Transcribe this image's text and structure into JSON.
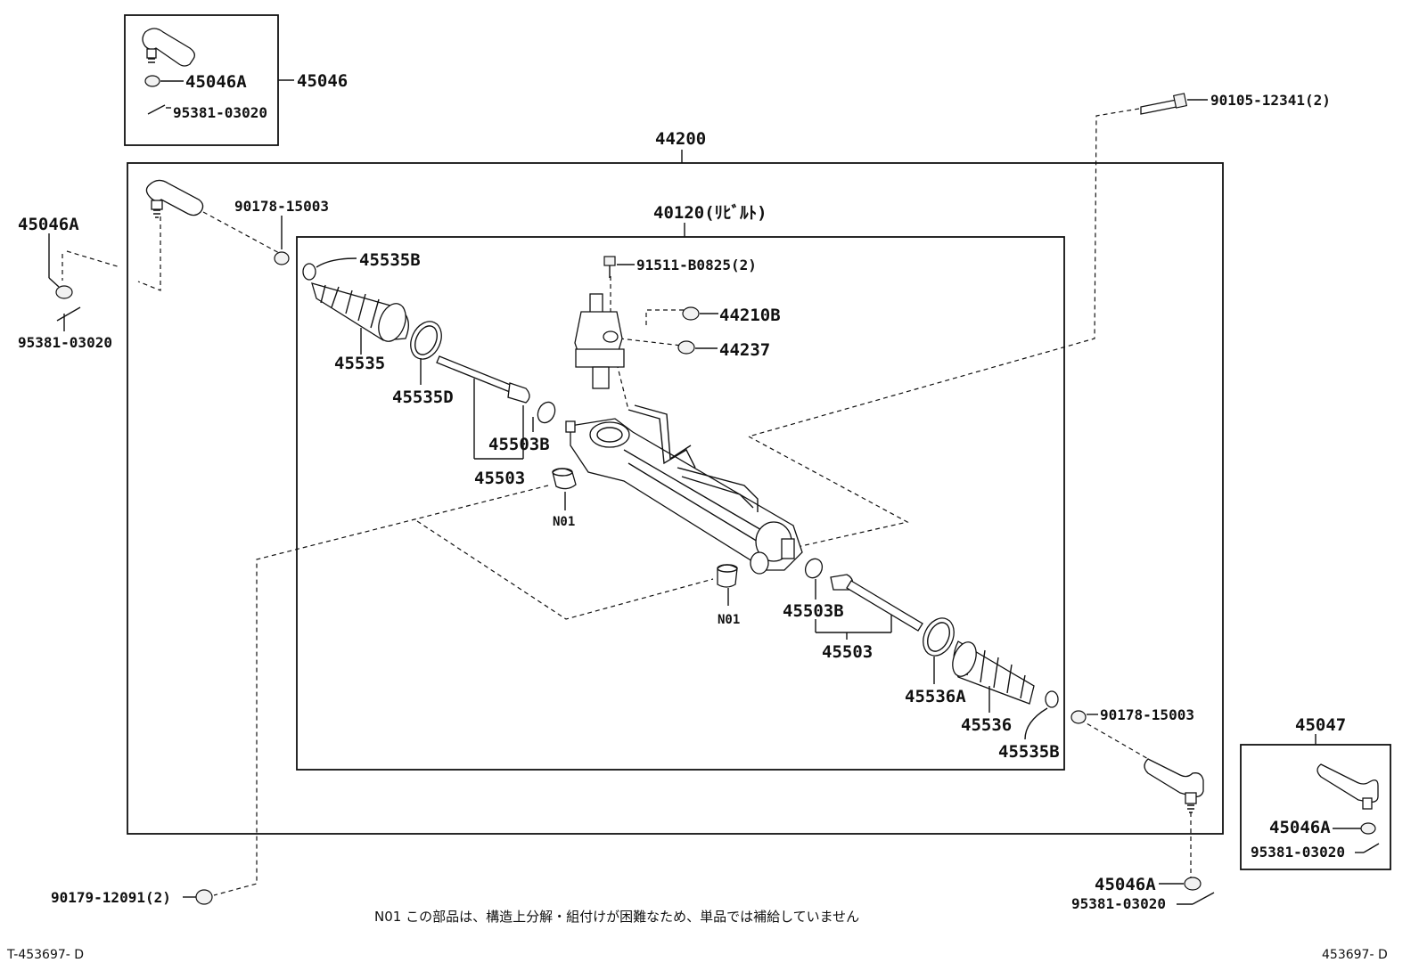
{
  "diagram": {
    "assembly_main": "44200",
    "assembly_rebuilt": "40120(ﾘﾋﾞﾙﾄ)",
    "kit_left": {
      "number": "45046",
      "nut": "45046A",
      "pin": "95381-03020"
    },
    "kit_right": {
      "number": "45047",
      "nut": "45046A",
      "pin": "95381-03020"
    },
    "labels": {
      "nut_left": "45046A",
      "pin_left": "95381-03020",
      "bolt_top_right": "90105-12341(2)",
      "nut_upper_left": "90178-15003",
      "clip_upper_left": "45535B",
      "boot_left": "45535",
      "band_left": "45535D",
      "washer_left": "45503B",
      "rod_left": "45503",
      "bolt_valve": "91511-B0825(2)",
      "part_44210b": "44210B",
      "part_44237": "44237",
      "bushing_left": "N01",
      "bushing_right": "N01",
      "washer_right": "45503B",
      "rod_right": "45503",
      "band_right": "45536A",
      "boot_right": "45536",
      "clip_right": "45535B",
      "nut_lower_right": "90178-15003",
      "nut_right_bottom": "45046A",
      "pin_right_bottom": "95381-03020",
      "bolt_bottom_left": "90179-12091(2)"
    },
    "note": "N01 この部品は、構造上分解・組付けが困難なため、単品では補給していません",
    "footer_left": "T-453697- D",
    "footer_right": "453697- D"
  }
}
